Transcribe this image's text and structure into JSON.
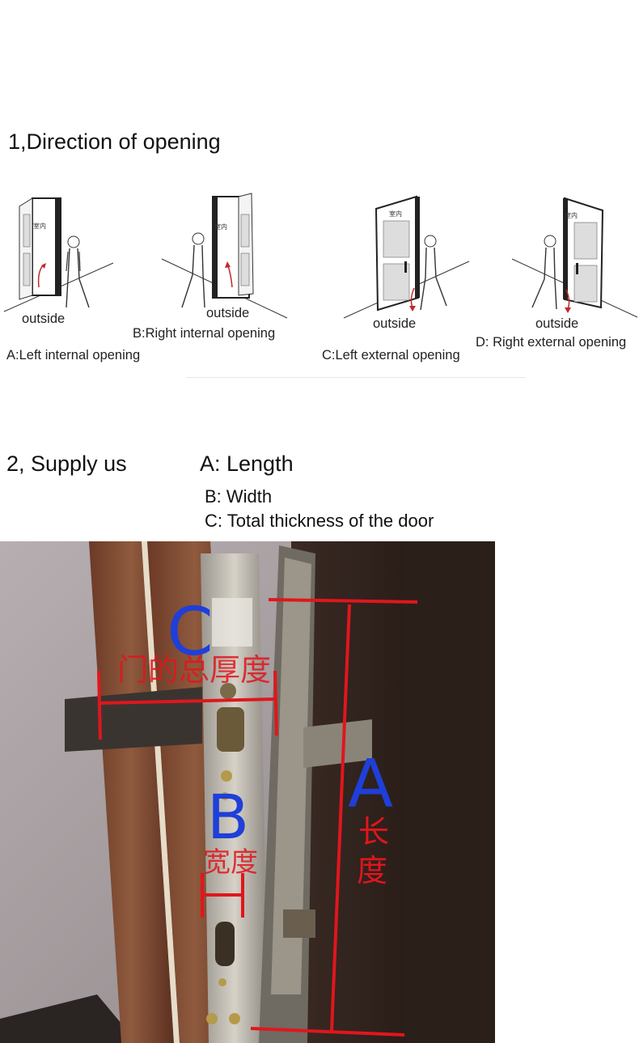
{
  "section1": {
    "title": "1,Direction of opening",
    "room_label": "室内",
    "outside_label": "outside",
    "options": [
      {
        "caption": "A:Left internal opening"
      },
      {
        "caption": "B:Right internal opening"
      },
      {
        "caption": "C:Left external opening"
      },
      {
        "caption": "D: Right external opening"
      }
    ]
  },
  "section2": {
    "title": "2, Supply us",
    "items": [
      {
        "label": "A: Length"
      },
      {
        "label": "B: Width"
      },
      {
        "label": "C: Total thickness of the door"
      }
    ]
  },
  "photo": {
    "letter_a": "A",
    "letter_b": "B",
    "letter_c": "C",
    "label_a_line1": "长",
    "label_a_line2": "度",
    "label_b": "宽度",
    "label_c": "门的总厚度",
    "colors": {
      "annotation_red": "#e0161d",
      "annotation_blue": "#1f3fd8"
    }
  }
}
